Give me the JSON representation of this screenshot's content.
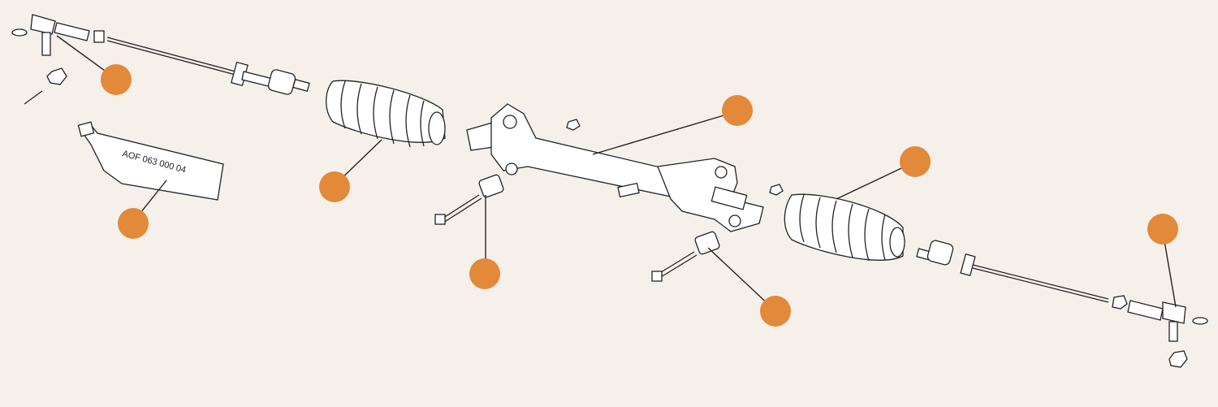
{
  "diagram": {
    "tube_label": "AOF 063 000 04",
    "hotspot_color": "#e3893a",
    "background_color": "#f5f0ea",
    "hotspots": [
      "tie-rod-left",
      "grease-tube",
      "boot-left",
      "steering-rack",
      "bushing-left",
      "boot-right",
      "bushing-right",
      "tie-rod-right"
    ]
  }
}
